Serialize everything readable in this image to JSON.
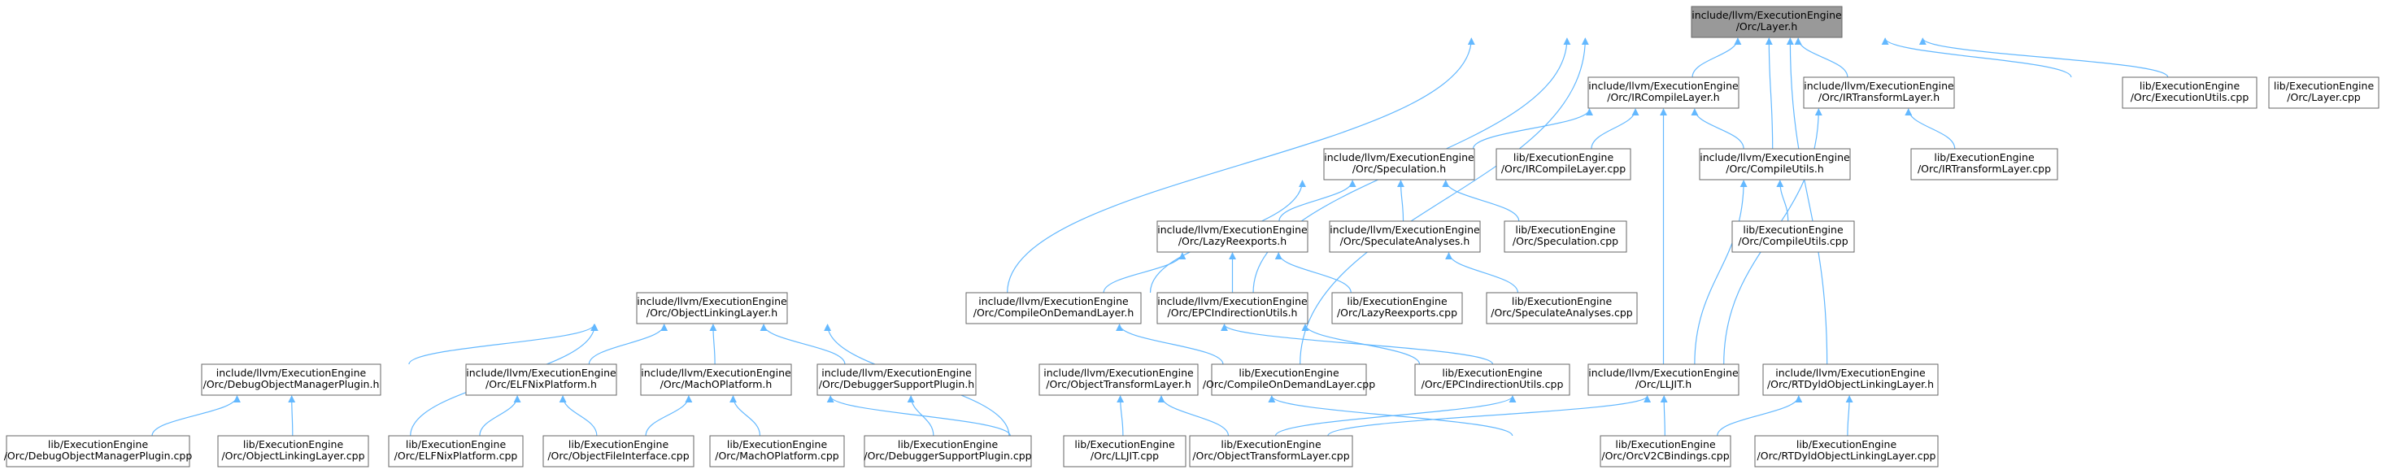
{
  "diagram": {
    "edge_color": "#63b8ff",
    "node_border_color": "#666666",
    "node_fill": "#ffffff",
    "highlight_fill": "#999999",
    "nodes": [
      {
        "id": "layer_h",
        "lines": [
          "include/llvm/ExecutionEngine",
          "/Orc/Layer.h"
        ],
        "highlight": true
      },
      {
        "id": "ircompilelayer_h",
        "lines": [
          "include/llvm/ExecutionEngine",
          "/Orc/IRCompileLayer.h"
        ]
      },
      {
        "id": "irtransformlayer_h",
        "lines": [
          "include/llvm/ExecutionEngine",
          "/Orc/IRTransformLayer.h"
        ]
      },
      {
        "id": "executionutils_cpp",
        "lines": [
          "lib/ExecutionEngine",
          "/Orc/ExecutionUtils.cpp"
        ]
      },
      {
        "id": "layer_cpp",
        "lines": [
          "lib/ExecutionEngine",
          "/Orc/Layer.cpp"
        ]
      },
      {
        "id": "speculation_h",
        "lines": [
          "include/llvm/ExecutionEngine",
          "/Orc/Speculation.h"
        ]
      },
      {
        "id": "ircompilelayer_cpp",
        "lines": [
          "lib/ExecutionEngine",
          "/Orc/IRCompileLayer.cpp"
        ]
      },
      {
        "id": "compileutils_h",
        "lines": [
          "include/llvm/ExecutionEngine",
          "/Orc/CompileUtils.h"
        ]
      },
      {
        "id": "irtransformlayer_cpp",
        "lines": [
          "lib/ExecutionEngine",
          "/Orc/IRTransformLayer.cpp"
        ]
      },
      {
        "id": "lazyreexports_h",
        "lines": [
          "include/llvm/ExecutionEngine",
          "/Orc/LazyReexports.h"
        ]
      },
      {
        "id": "speculateanalyses_h",
        "lines": [
          "include/llvm/ExecutionEngine",
          "/Orc/SpeculateAnalyses.h"
        ]
      },
      {
        "id": "speculation_cpp",
        "lines": [
          "lib/ExecutionEngine",
          "/Orc/Speculation.cpp"
        ]
      },
      {
        "id": "compileutils_cpp",
        "lines": [
          "lib/ExecutionEngine",
          "/Orc/CompileUtils.cpp"
        ]
      },
      {
        "id": "objectlinkinglayer_h",
        "lines": [
          "include/llvm/ExecutionEngine",
          "/Orc/ObjectLinkingLayer.h"
        ]
      },
      {
        "id": "compileondemandlayer_h",
        "lines": [
          "include/llvm/ExecutionEngine",
          "/Orc/CompileOnDemandLayer.h"
        ]
      },
      {
        "id": "epcindirectionutils_h",
        "lines": [
          "include/llvm/ExecutionEngine",
          "/Orc/EPCIndirectionUtils.h"
        ]
      },
      {
        "id": "lazyreexports_cpp",
        "lines": [
          "lib/ExecutionEngine",
          "/Orc/LazyReexports.cpp"
        ]
      },
      {
        "id": "speculateanalyses_cpp",
        "lines": [
          "lib/ExecutionEngine",
          "/Orc/SpeculateAnalyses.cpp"
        ]
      },
      {
        "id": "debugobjectmanagerplugin_h",
        "lines": [
          "include/llvm/ExecutionEngine",
          "/Orc/DebugObjectManagerPlugin.h"
        ]
      },
      {
        "id": "elfnixplatform_h",
        "lines": [
          "include/llvm/ExecutionEngine",
          "/Orc/ELFNixPlatform.h"
        ]
      },
      {
        "id": "machoplatform_h",
        "lines": [
          "include/llvm/ExecutionEngine",
          "/Orc/MachOPlatform.h"
        ]
      },
      {
        "id": "debuggersupportplugin_h",
        "lines": [
          "include/llvm/ExecutionEngine",
          "/Orc/DebuggerSupportPlugin.h"
        ]
      },
      {
        "id": "objecttransformlayer_h",
        "lines": [
          "include/llvm/ExecutionEngine",
          "/Orc/ObjectTransformLayer.h"
        ]
      },
      {
        "id": "compileondemandlayer_cpp",
        "lines": [
          "lib/ExecutionEngine",
          "/Orc/CompileOnDemandLayer.cpp"
        ]
      },
      {
        "id": "epcindirectionutils_cpp",
        "lines": [
          "lib/ExecutionEngine",
          "/Orc/EPCIndirectionUtils.cpp"
        ]
      },
      {
        "id": "lljit_h",
        "lines": [
          "include/llvm/ExecutionEngine",
          "/Orc/LLJIT.h"
        ]
      },
      {
        "id": "rtdyldobjectlinkinglayer_h",
        "lines": [
          "include/llvm/ExecutionEngine",
          "/Orc/RTDyldObjectLinkingLayer.h"
        ]
      },
      {
        "id": "debugobjectmanagerplugin_cpp",
        "lines": [
          "lib/ExecutionEngine",
          "/Orc/DebugObjectManagerPlugin.cpp"
        ]
      },
      {
        "id": "objectlinkinglayer_cpp",
        "lines": [
          "lib/ExecutionEngine",
          "/Orc/ObjectLinkingLayer.cpp"
        ]
      },
      {
        "id": "elfnixplatform_cpp",
        "lines": [
          "lib/ExecutionEngine",
          "/Orc/ELFNixPlatform.cpp"
        ]
      },
      {
        "id": "objectfileinterface_cpp",
        "lines": [
          "lib/ExecutionEngine",
          "/Orc/ObjectFileInterface.cpp"
        ]
      },
      {
        "id": "machoplatform_cpp",
        "lines": [
          "lib/ExecutionEngine",
          "/Orc/MachOPlatform.cpp"
        ]
      },
      {
        "id": "debuggersupportplugin_cpp",
        "lines": [
          "lib/ExecutionEngine",
          "/Orc/DebuggerSupportPlugin.cpp"
        ]
      },
      {
        "id": "lljit_cpp",
        "lines": [
          "lib/ExecutionEngine",
          "/Orc/LLJIT.cpp"
        ]
      },
      {
        "id": "objecttransformlayer_cpp",
        "lines": [
          "lib/ExecutionEngine",
          "/Orc/ObjectTransformLayer.cpp"
        ]
      },
      {
        "id": "orcv2cbindings_cpp",
        "lines": [
          "lib/ExecutionEngine",
          "/Orc/OrcV2CBindings.cpp"
        ]
      },
      {
        "id": "rtdyldobjectlinkinglayer_cpp",
        "lines": [
          "lib/ExecutionEngine",
          "/Orc/RTDyldObjectLinkingLayer.cpp"
        ]
      }
    ],
    "edges": [
      [
        "layer_h",
        "ircompilelayer_h"
      ],
      [
        "layer_h",
        "irtransformlayer_h"
      ],
      [
        "layer_h",
        "executionutils_cpp"
      ],
      [
        "layer_h",
        "layer_cpp"
      ],
      [
        "layer_h",
        "compileutils_h"
      ],
      [
        "layer_h",
        "objectlinkinglayer_h"
      ],
      [
        "layer_h",
        "compileondemandlayer_h"
      ],
      [
        "layer_h",
        "objecttransformlayer_h"
      ],
      [
        "layer_h",
        "rtdyldobjectlinkinglayer_h"
      ],
      [
        "ircompilelayer_h",
        "speculation_h"
      ],
      [
        "ircompilelayer_h",
        "ircompilelayer_cpp"
      ],
      [
        "ircompilelayer_h",
        "compileutils_h"
      ],
      [
        "ircompilelayer_h",
        "lljit_h"
      ],
      [
        "irtransformlayer_h",
        "irtransformlayer_cpp"
      ],
      [
        "irtransformlayer_h",
        "lljit_h"
      ],
      [
        "speculation_h",
        "lazyreexports_h"
      ],
      [
        "speculation_h",
        "speculateanalyses_h"
      ],
      [
        "speculation_h",
        "speculation_cpp"
      ],
      [
        "speculation_h",
        "compileondemandlayer_h"
      ],
      [
        "compileutils_h",
        "compileutils_cpp"
      ],
      [
        "compileutils_h",
        "lljit_h"
      ],
      [
        "lazyreexports_h",
        "compileondemandlayer_h"
      ],
      [
        "lazyreexports_h",
        "epcindirectionutils_h"
      ],
      [
        "lazyreexports_h",
        "lazyreexports_cpp"
      ],
      [
        "speculateanalyses_h",
        "speculateanalyses_cpp"
      ],
      [
        "compileondemandlayer_h",
        "compileondemandlayer_cpp"
      ],
      [
        "compileondemandlayer_h",
        "lljit_h"
      ],
      [
        "epcindirectionutils_h",
        "epcindirectionutils_cpp"
      ],
      [
        "objectlinkinglayer_h",
        "debugobjectmanagerplugin_h"
      ],
      [
        "objectlinkinglayer_h",
        "elfnixplatform_h"
      ],
      [
        "objectlinkinglayer_h",
        "machoplatform_h"
      ],
      [
        "objectlinkinglayer_h",
        "debuggersupportplugin_h"
      ],
      [
        "objectlinkinglayer_h",
        "objectlinkinglayer_cpp"
      ],
      [
        "objectlinkinglayer_h",
        "lljit_cpp"
      ],
      [
        "debugobjectmanagerplugin_h",
        "debugobjectmanagerplugin_cpp"
      ],
      [
        "debugobjectmanagerplugin_h",
        "objectlinkinglayer_cpp"
      ],
      [
        "elfnixplatform_h",
        "elfnixplatform_cpp"
      ],
      [
        "elfnixplatform_h",
        "objectfileinterface_cpp"
      ],
      [
        "machoplatform_h",
        "objectfileinterface_cpp"
      ],
      [
        "machoplatform_h",
        "machoplatform_cpp"
      ],
      [
        "machoplatform_h",
        "lljit_cpp"
      ],
      [
        "debuggersupportplugin_h",
        "debuggersupportplugin_cpp"
      ],
      [
        "objecttransformlayer_h",
        "lljit_cpp"
      ],
      [
        "objecttransformlayer_h",
        "objecttransformlayer_cpp"
      ],
      [
        "objecttransformlayer_h",
        "orcv2cbindings_cpp"
      ],
      [
        "lljit_h",
        "lljit_cpp"
      ],
      [
        "lljit_h",
        "orcv2cbindings_cpp"
      ],
      [
        "rtdyldobjectlinkinglayer_h",
        "lljit_cpp"
      ],
      [
        "rtdyldobjectlinkinglayer_h",
        "orcv2cbindings_cpp"
      ],
      [
        "rtdyldobjectlinkinglayer_h",
        "rtdyldobjectlinkinglayer_cpp"
      ]
    ]
  }
}
